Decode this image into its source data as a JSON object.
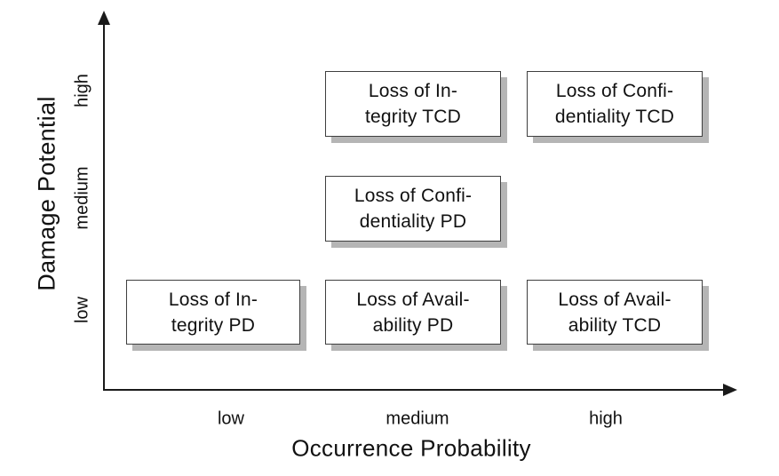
{
  "figure": {
    "background": "#ffffff",
    "axis_color": "#1a1a1a",
    "box_border_color": "#3f3f3f",
    "box_fill": "#ffffff",
    "shadow_color": "#b5b5b5",
    "text_color": "#111111"
  },
  "chart_data": {
    "type": "scatter",
    "title": "",
    "xlabel": "Occurrence Probability",
    "ylabel": "Damage Potential",
    "x_ticks": [
      "low",
      "medium",
      "high"
    ],
    "y_ticks": [
      "low",
      "medium",
      "high"
    ],
    "grid": false,
    "legend": false,
    "points": [
      {
        "x": "medium",
        "y": "high",
        "label": "Loss of Integrity TCD",
        "label_lines": [
          "Loss of In-",
          "tegrity TCD"
        ]
      },
      {
        "x": "high",
        "y": "high",
        "label": "Loss of Confidentiality TCD",
        "label_lines": [
          "Loss of Confi-",
          "dentiality TCD"
        ]
      },
      {
        "x": "medium",
        "y": "medium",
        "label": "Loss of Confidentiality PD",
        "label_lines": [
          "Loss of Confi-",
          "dentiality PD"
        ]
      },
      {
        "x": "low",
        "y": "low",
        "label": "Loss of Integrity PD",
        "label_lines": [
          "Loss of In-",
          "tegrity PD"
        ]
      },
      {
        "x": "medium",
        "y": "low",
        "label": "Loss of Availability PD",
        "label_lines": [
          "Loss of Avail-",
          "ability PD"
        ]
      },
      {
        "x": "high",
        "y": "low",
        "label": "Loss of Availability TCD",
        "label_lines": [
          "Loss of Avail-",
          "ability TCD"
        ]
      }
    ]
  }
}
